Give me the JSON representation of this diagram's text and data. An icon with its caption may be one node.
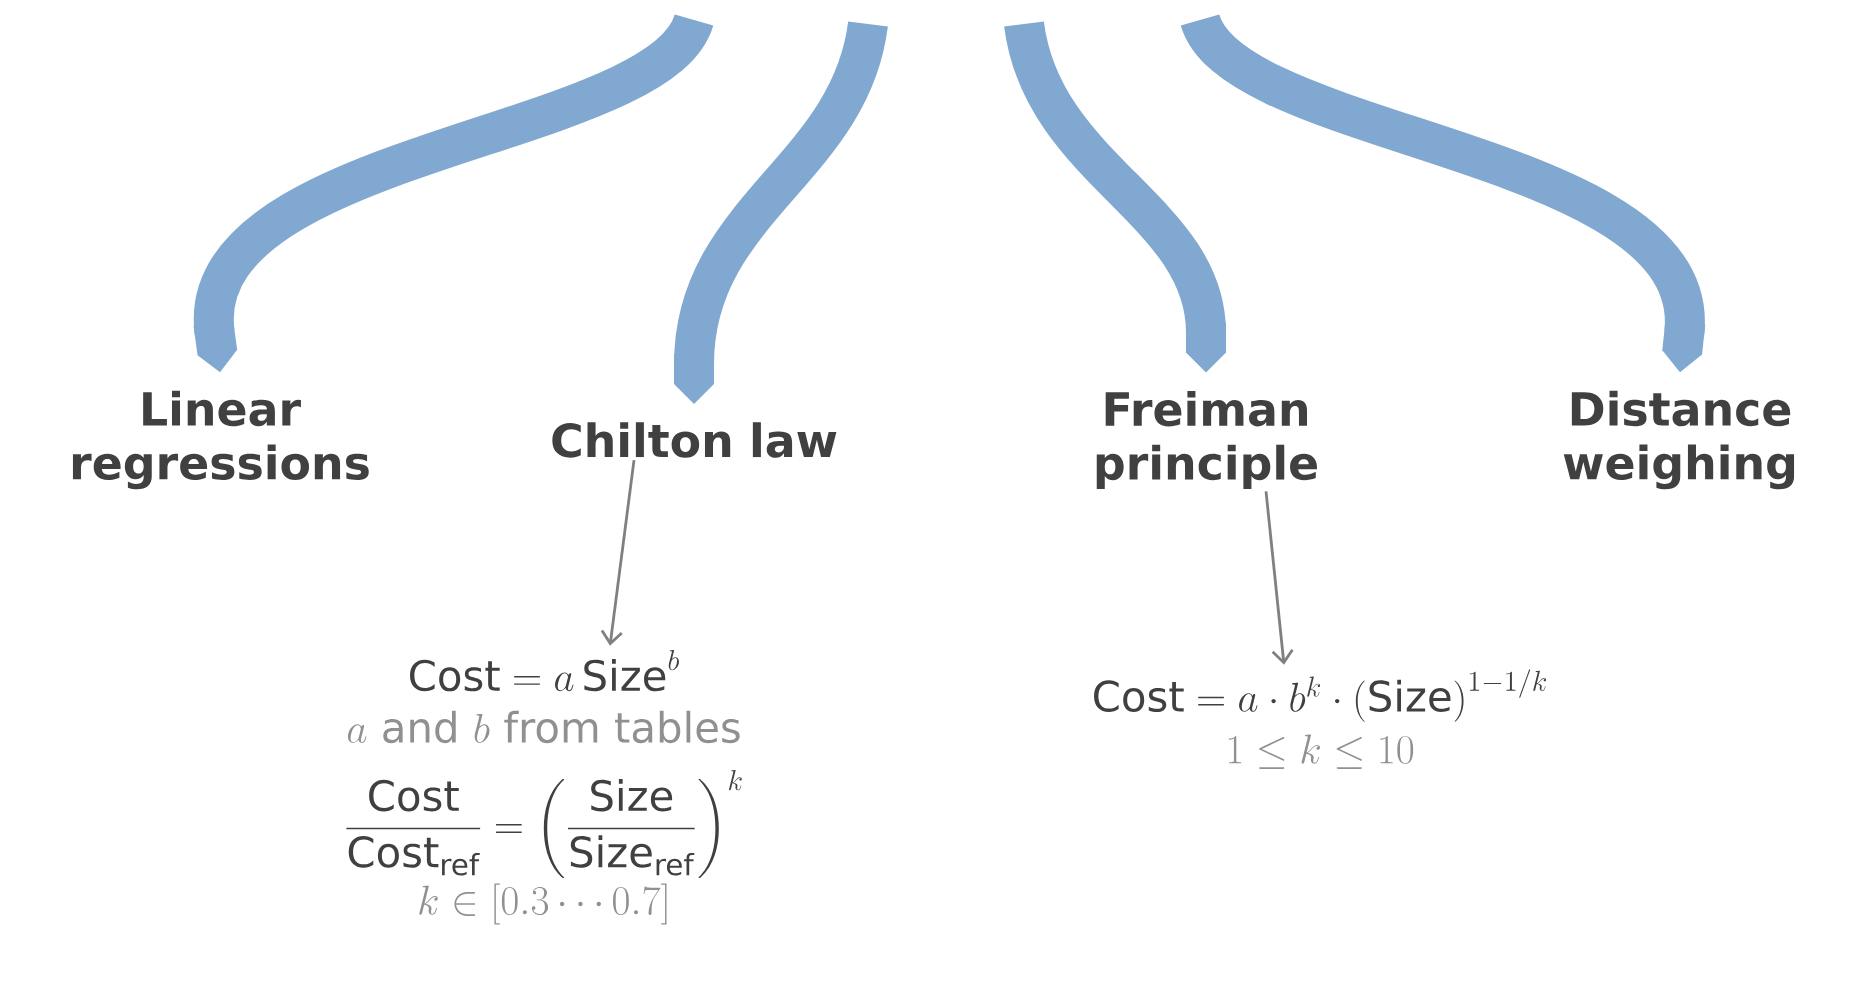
{
  "diagram": {
    "nodes": [
      {
        "text": [
          "Linear regressions"
        ]
      },
      {
        "text": [
          "Chilton law"
        ]
      },
      {
        "text": [
          "Freiman principle"
        ]
      },
      {
        "text": [
          "Distance weighing"
        ]
      },
      {
        "text": [
          "\\text{Cost}=a\\,\\text{Size}^{b}",
          "a\\text{ and }b\\text{ from tables}",
          "\\frac{\\text{Cost}}{\\text{Cost}_{\\text{ref}}}=\\left(\\frac{\\text{Size}}{\\text{Size}_{\\text{ref}}}\\right)^{k}",
          "k\\in[0.3\\cdots0.7]"
        ]
      },
      {
        "text": [
          "\\text{Cost}=a\\cdot b^{k}\\cdot\\left(\\text{Size}\\right)^{1-1/k}",
          "1\\le k\\le 10"
        ]
      }
    ],
    "edges": [
      {
        "from": null,
        "to": 0,
        "arrow": "none"
      },
      {
        "from": null,
        "to": 1,
        "arrow": "none"
      },
      {
        "from": null,
        "to": 2,
        "arrow": "none"
      },
      {
        "from": null,
        "to": 3,
        "arrow": "none"
      },
      {
        "from": 1,
        "to": 4,
        "arrow": "to",
        "color": "#808080"
      },
      {
        "from": 2,
        "to": 5,
        "arrow": "to",
        "color": "#808080"
      }
    ]
  }
}
